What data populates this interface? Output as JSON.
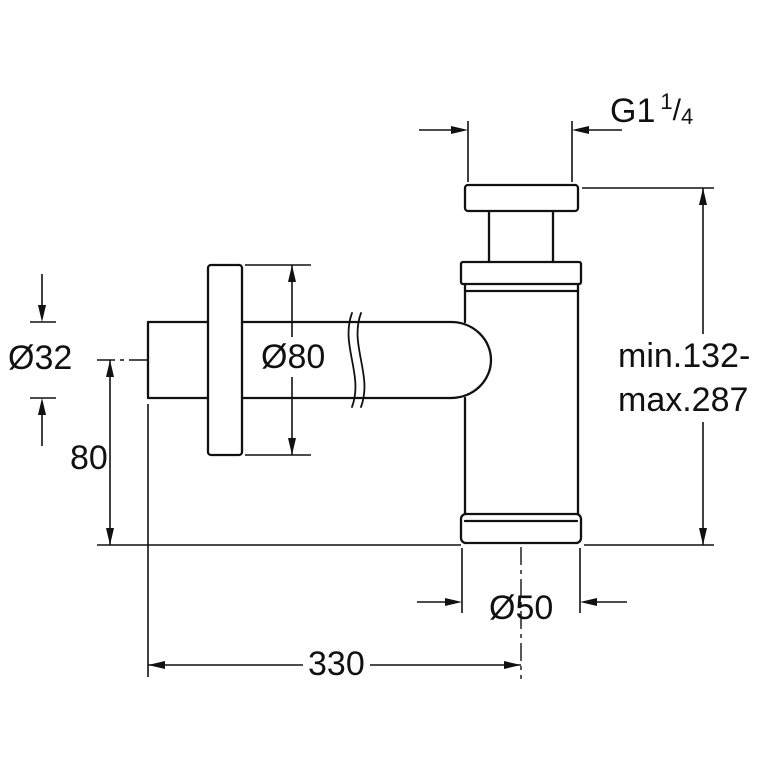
{
  "colors": {
    "line": "#111111",
    "background": "#ffffff"
  },
  "dimensions": {
    "thread": {
      "g": "G1",
      "numerator": "1",
      "slash": "/",
      "denominator": "4"
    },
    "pipe_diameter": "Ø32",
    "flange_diameter": "Ø80",
    "outlet_height": "80",
    "height_range_line1": "min.132-",
    "height_range_line2": "max.287",
    "body_diameter": "Ø50",
    "overall_length": "330"
  }
}
